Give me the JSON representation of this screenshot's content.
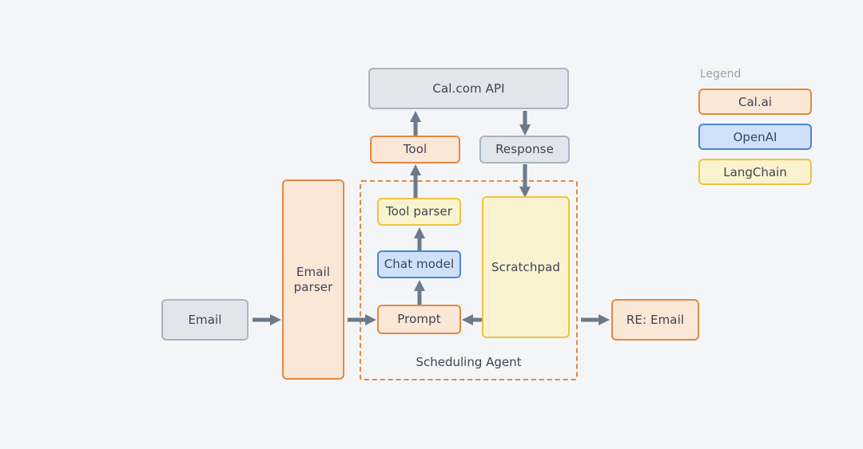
{
  "diagram": {
    "background_color": "#f4f5f7",
    "text_color": "#3b4453",
    "arrow_color": "#6c7a8c",
    "nodes": {
      "email": {
        "label": "Email",
        "palette": "grey"
      },
      "email_parser": {
        "label": "Email\nparser",
        "palette": "orange"
      },
      "cal_api": {
        "label": "Cal.com API",
        "palette": "grey"
      },
      "tool": {
        "label": "Tool",
        "palette": "orange"
      },
      "response": {
        "label": "Response",
        "palette": "grey"
      },
      "tool_parser": {
        "label": "Tool parser",
        "palette": "yellow"
      },
      "chat_model": {
        "label": "Chat model",
        "palette": "blue"
      },
      "prompt": {
        "label": "Prompt",
        "palette": "orange"
      },
      "scratchpad": {
        "label": "Scratchpad",
        "palette": "yellow"
      },
      "re_email": {
        "label": "RE: Email",
        "palette": "orange"
      }
    },
    "agent": {
      "caption": "Scheduling Agent",
      "border_color": "#e0883f"
    },
    "edges": [
      {
        "from": "email",
        "to": "email_parser"
      },
      {
        "from": "email_parser",
        "to": "prompt"
      },
      {
        "from": "prompt",
        "to": "chat_model"
      },
      {
        "from": "chat_model",
        "to": "tool_parser"
      },
      {
        "from": "tool_parser",
        "to": "tool"
      },
      {
        "from": "tool",
        "to": "cal_api"
      },
      {
        "from": "cal_api",
        "to": "response"
      },
      {
        "from": "response",
        "to": "scratchpad"
      },
      {
        "from": "scratchpad",
        "to": "prompt"
      },
      {
        "from": "scratchpad",
        "to": "re_email"
      }
    ]
  },
  "legend": {
    "title": "Legend",
    "items": [
      {
        "label": "Cal.ai",
        "palette": "orange",
        "fill": "#fae7d6",
        "stroke": "#e08a45"
      },
      {
        "label": "OpenAI",
        "palette": "blue",
        "fill": "#cfe0f8",
        "stroke": "#4a86d8"
      },
      {
        "label": "LangChain",
        "palette": "yellow",
        "fill": "#fbf3cf",
        "stroke": "#efc33f"
      }
    ]
  }
}
